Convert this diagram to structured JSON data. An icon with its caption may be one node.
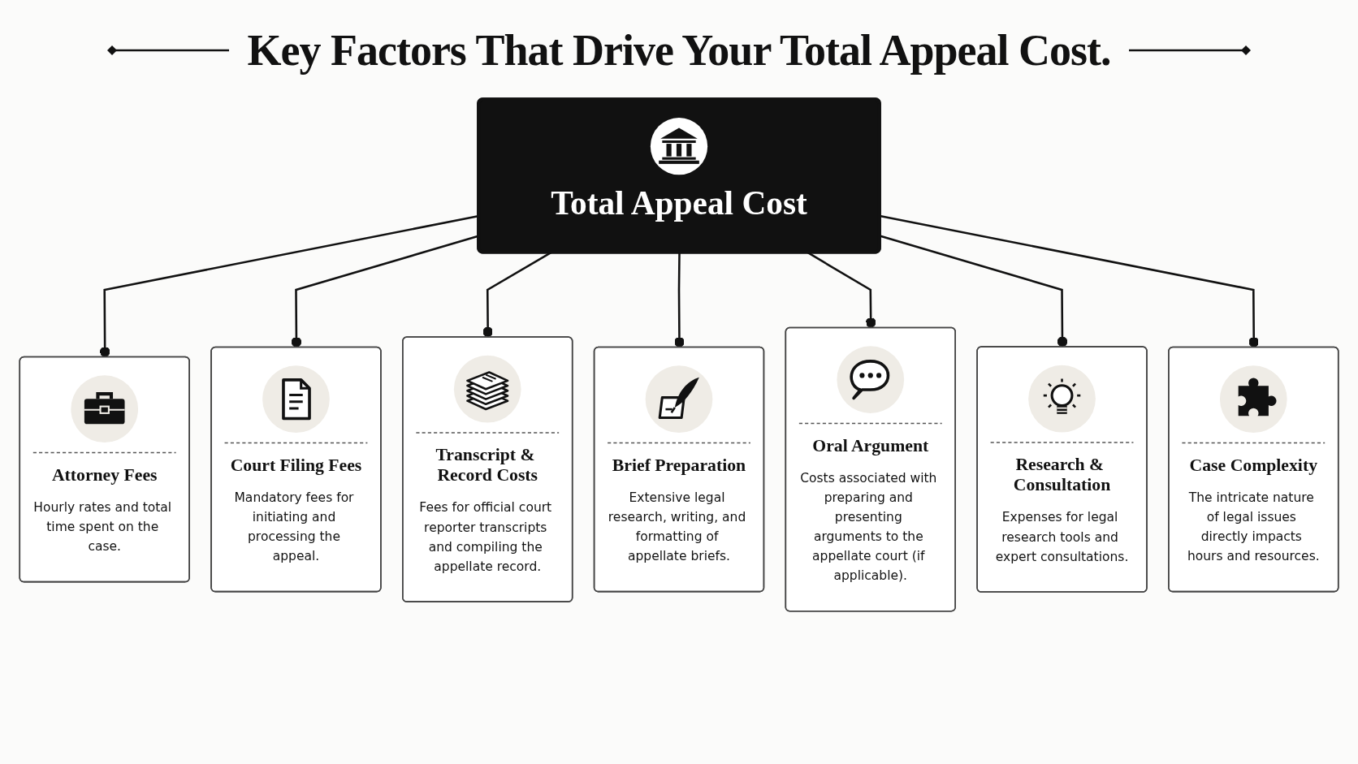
{
  "diagram": {
    "title": "Key Factors That Drive Your Total Appeal Cost.",
    "nodes": [
      {
        "text": [
          "Total Appeal Cost"
        ]
      },
      {
        "text": [
          "Attorney Fees",
          "Hourly rates and total time spent on the case."
        ]
      },
      {
        "text": [
          "Court Filing Fees",
          "Mandatory fees for initiating and processing the appeal."
        ]
      },
      {
        "text": [
          "Transcript & Record Costs",
          "Fees for official court reporter transcripts and compiling the appellate record."
        ]
      },
      {
        "text": [
          "Brief Preparation",
          "Extensive legal research, writing, and formatting of appellate briefs."
        ]
      },
      {
        "text": [
          "Oral Argument",
          "Costs associated with preparing and presenting arguments to the appellate court (if applicable)."
        ]
      },
      {
        "text": [
          "Research & Consultation",
          "Expenses for legal research tools and expert consultations."
        ]
      },
      {
        "text": [
          "Case Complexity",
          "The intricate nature of legal issues directly impacts hours and resources."
        ]
      }
    ],
    "edges": [
      {
        "from": 0,
        "to": 1,
        "arrow": "other"
      },
      {
        "from": 0,
        "to": 2,
        "arrow": "other"
      },
      {
        "from": 0,
        "to": 3,
        "arrow": "other"
      },
      {
        "from": 0,
        "to": 4,
        "arrow": "other"
      },
      {
        "from": 0,
        "to": 5,
        "arrow": "other"
      },
      {
        "from": 0,
        "to": 6,
        "arrow": "other"
      },
      {
        "from": 0,
        "to": 7,
        "arrow": "other"
      }
    ]
  }
}
